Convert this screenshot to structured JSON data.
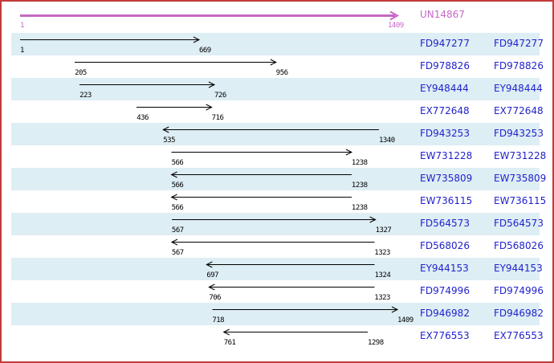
{
  "colors": {
    "border": "#c23b3b",
    "row_band": "#ddeef4",
    "accession_link": "#2222cc",
    "reference": "#c568c5",
    "arrow": "#000000",
    "background": "#ffffff"
  },
  "reference": {
    "label": "UN14867",
    "start": 1,
    "end": 1409,
    "direction": "right"
  },
  "alignments": [
    {
      "accession": "FD947277",
      "start": 1,
      "end": 669,
      "direction": "right"
    },
    {
      "accession": "FD978826",
      "start": 205,
      "end": 956,
      "direction": "right"
    },
    {
      "accession": "EY948444",
      "start": 223,
      "end": 726,
      "direction": "right"
    },
    {
      "accession": "EX772648",
      "start": 436,
      "end": 716,
      "direction": "right"
    },
    {
      "accession": "FD943253",
      "start": 535,
      "end": 1340,
      "direction": "left"
    },
    {
      "accession": "EW731228",
      "start": 566,
      "end": 1238,
      "direction": "right"
    },
    {
      "accession": "EW735809",
      "start": 566,
      "end": 1238,
      "direction": "left"
    },
    {
      "accession": "EW736115",
      "start": 566,
      "end": 1238,
      "direction": "left"
    },
    {
      "accession": "FD564573",
      "start": 567,
      "end": 1327,
      "direction": "right"
    },
    {
      "accession": "FD568026",
      "start": 567,
      "end": 1323,
      "direction": "left"
    },
    {
      "accession": "EY944153",
      "start": 697,
      "end": 1324,
      "direction": "left"
    },
    {
      "accession": "FD974996",
      "start": 706,
      "end": 1323,
      "direction": "left"
    },
    {
      "accession": "FD946982",
      "start": 718,
      "end": 1409,
      "direction": "right"
    },
    {
      "accession": "EX776553",
      "start": 761,
      "end": 1298,
      "direction": "left"
    }
  ]
}
